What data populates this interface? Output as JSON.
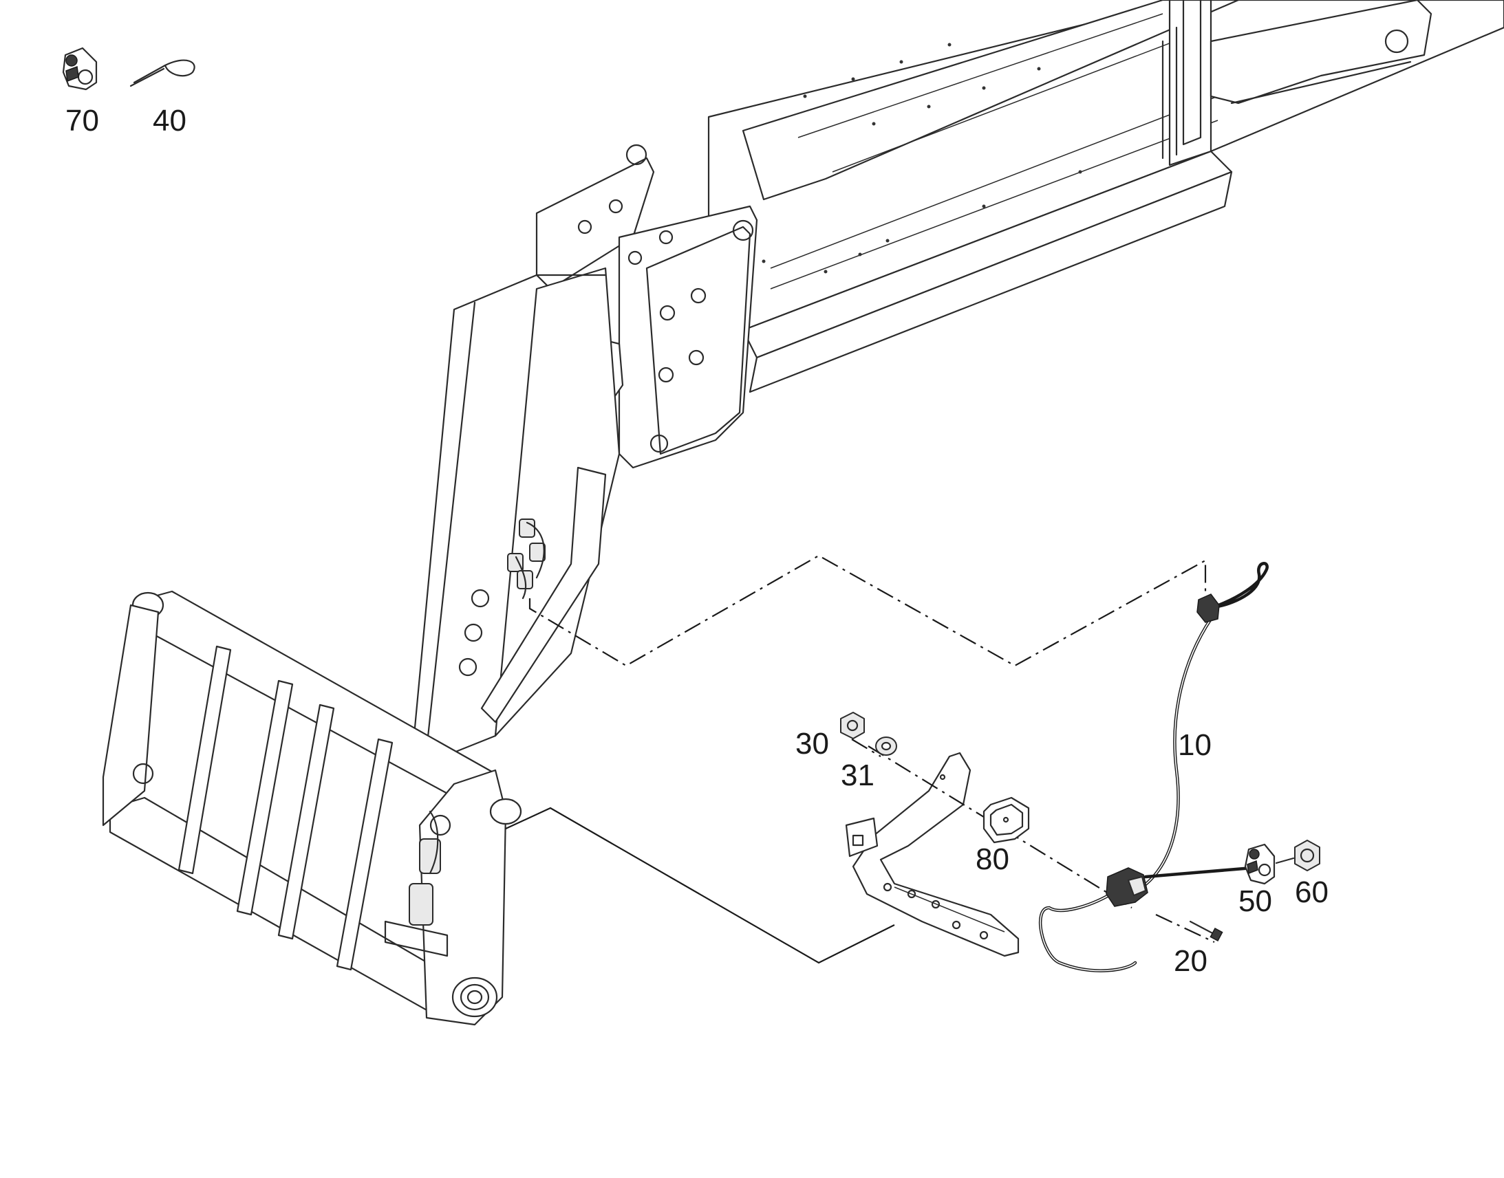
{
  "callouts": {
    "c70": "70",
    "c40": "40",
    "c30": "30",
    "c31": "31",
    "c10": "10",
    "c80": "80",
    "c50": "50",
    "c60": "60",
    "c20": "20"
  },
  "colors": {
    "line": "#2b2b2b",
    "background": "#ffffff"
  }
}
